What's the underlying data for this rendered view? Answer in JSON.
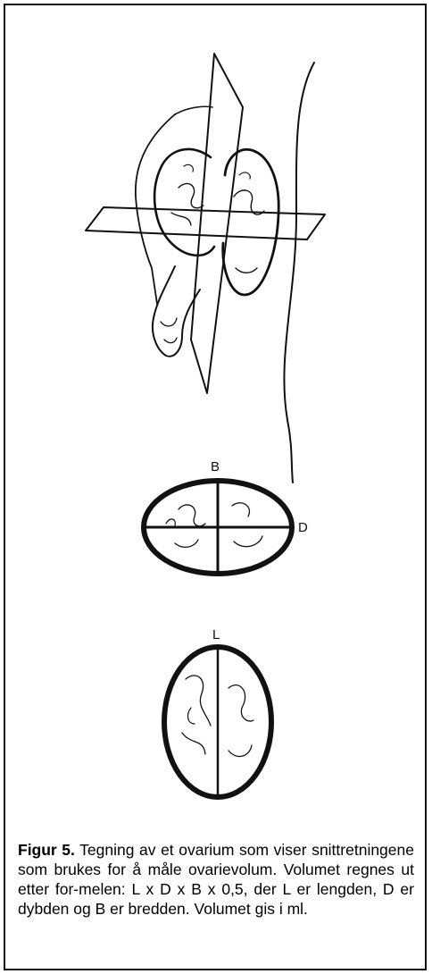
{
  "figure": {
    "labels": {
      "b": "B",
      "d": "D",
      "l": "L"
    }
  },
  "caption": {
    "label": "Figur 5.",
    "text": " Tegning av et ovarium som viser snittretningene som brukes for å måle ovarievolum. Volumet regnes ut etter for-melen: L x D x B x 0,5, der L er lengden, D er dybden og B er bredden.  Volumet gis i ml."
  }
}
